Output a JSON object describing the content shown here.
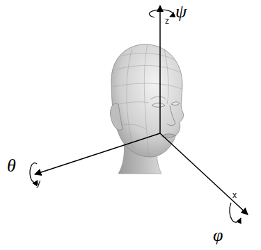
{
  "diagram": {
    "labels": [
      "z",
      "ψ",
      "θ",
      "y",
      "x",
      "φ"
    ]
  }
}
